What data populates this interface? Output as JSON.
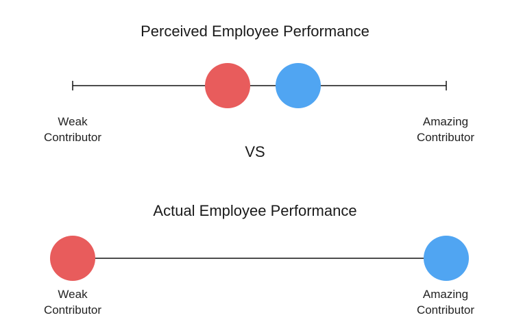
{
  "perceived": {
    "title": "Perceived Employee Performance",
    "left_label": [
      "Weak",
      "Contributor"
    ],
    "right_label": [
      "Amazing",
      "Contributor"
    ]
  },
  "separator": "VS",
  "actual": {
    "title": "Actual Employee Performance",
    "left_label": [
      "Weak",
      "Contributor"
    ],
    "right_label": [
      "Amazing",
      "Contributor"
    ]
  },
  "colors": {
    "red": "#e85c5c",
    "blue": "#50a5f2",
    "line": "#111111"
  }
}
